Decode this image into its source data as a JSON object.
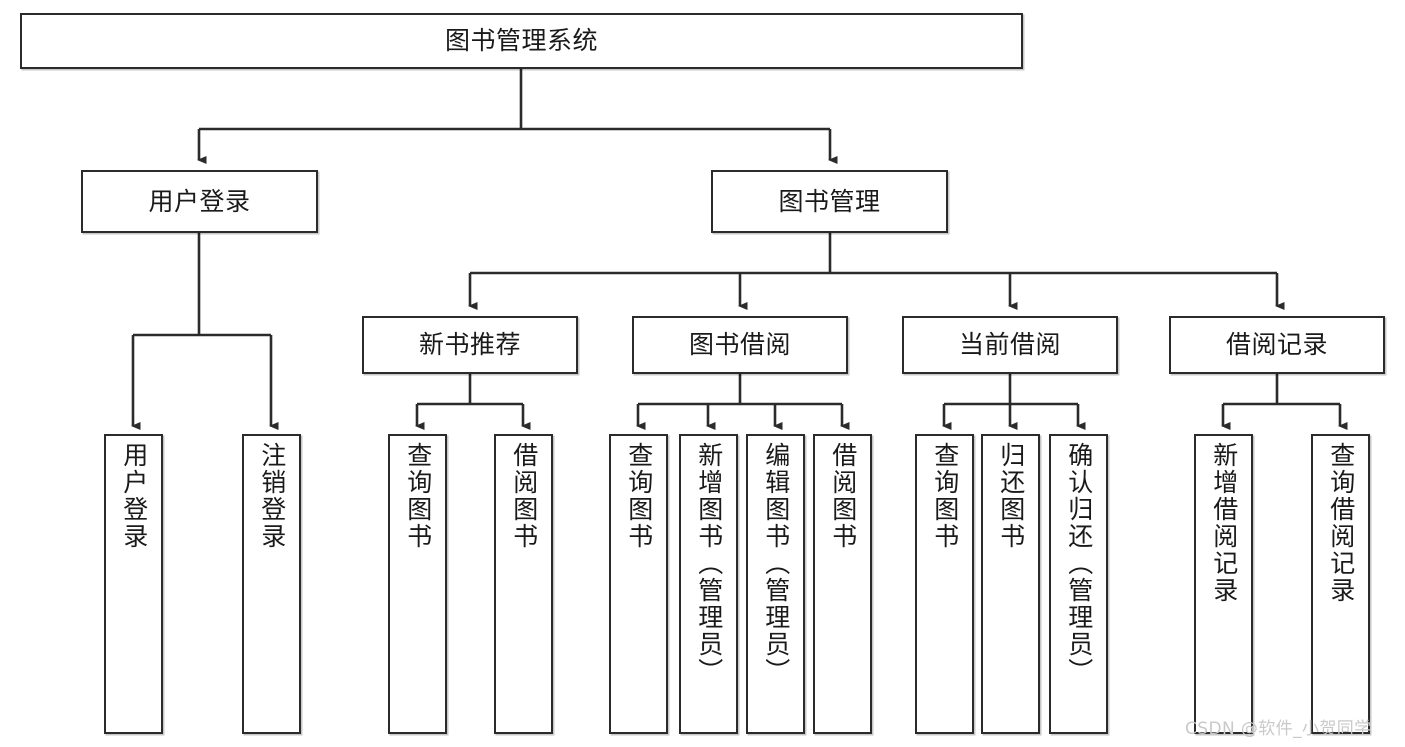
{
  "diagram": {
    "title": "图书管理系统",
    "type": "tree-hierarchy",
    "colors": {
      "node_border": "#2b2b2b",
      "node_fill": "#ffffff",
      "edge": "#2b2b2b",
      "text": "#1a1a1a",
      "watermark": "#c9c9c9",
      "background": "#ffffff"
    },
    "root": {
      "label": "图书管理系统"
    },
    "level1": [
      {
        "id": "user-login",
        "label": "用户登录"
      },
      {
        "id": "book-management",
        "label": "图书管理"
      }
    ],
    "level2": [
      {
        "id": "new-book-recommend",
        "label": "新书推荐",
        "parent": "book-management"
      },
      {
        "id": "book-borrow",
        "label": "图书借阅",
        "parent": "book-management"
      },
      {
        "id": "current-borrow",
        "label": "当前借阅",
        "parent": "book-management"
      },
      {
        "id": "borrow-record",
        "label": "借阅记录",
        "parent": "book-management"
      }
    ],
    "leaves": [
      {
        "id": "leaf-user-login",
        "label": "用户登录",
        "parent": "user-login"
      },
      {
        "id": "leaf-user-logout",
        "label": "注销登录",
        "parent": "user-login"
      },
      {
        "id": "leaf-query-book-1",
        "label": "查询图书",
        "parent": "new-book-recommend"
      },
      {
        "id": "leaf-borrow-book-1",
        "label": "借阅图书",
        "parent": "new-book-recommend"
      },
      {
        "id": "leaf-query-book-2",
        "label": "查询图书",
        "parent": "book-borrow"
      },
      {
        "id": "leaf-add-book",
        "label": "新增图书（管理员）",
        "parent": "book-borrow"
      },
      {
        "id": "leaf-edit-book",
        "label": "编辑图书（管理员）",
        "parent": "book-borrow"
      },
      {
        "id": "leaf-borrow-book-2",
        "label": "借阅图书",
        "parent": "book-borrow"
      },
      {
        "id": "leaf-query-book-3",
        "label": "查询图书",
        "parent": "current-borrow"
      },
      {
        "id": "leaf-return-book",
        "label": "归还图书",
        "parent": "current-borrow"
      },
      {
        "id": "leaf-confirm-return",
        "label": "确认归还（管理员）",
        "parent": "current-borrow"
      },
      {
        "id": "leaf-add-record",
        "label": "新增借阅记录",
        "parent": "borrow-record"
      },
      {
        "id": "leaf-query-record",
        "label": "查询借阅记录",
        "parent": "borrow-record"
      }
    ],
    "watermark": "CSDN @软件_小贺同学"
  }
}
